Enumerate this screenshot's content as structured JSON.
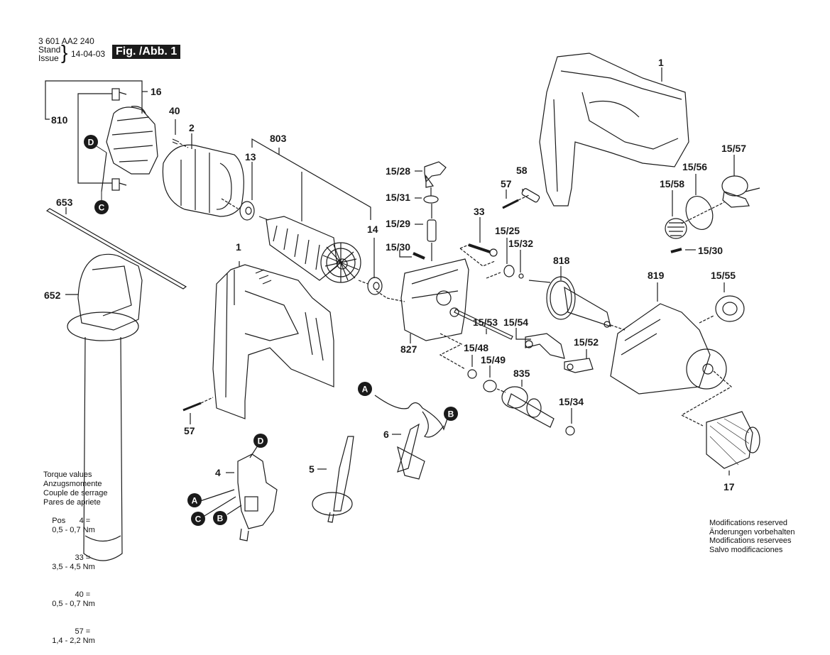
{
  "header": {
    "part_number": "3 601 AA2 240",
    "stand_label": "Stand",
    "issue_label": "Issue",
    "date": "14-04-03",
    "figure_label": "Fig. /Abb. 1"
  },
  "callouts": {
    "c1_top": "1",
    "c1_mid": "1",
    "c2": "2",
    "c4": "4",
    "c5": "5",
    "c6": "6",
    "c13": "13",
    "c14": "14",
    "c16": "16",
    "c17": "17",
    "c33": "33",
    "c40": "40",
    "c57_left": "57",
    "c57_right": "57",
    "c58": "58",
    "c652": "652",
    "c653": "653",
    "c803": "803",
    "c810": "810",
    "c818": "818",
    "c819": "819",
    "c827": "827",
    "c835": "835",
    "c15_25": "15/25",
    "c15_28": "15/28",
    "c15_29": "15/29",
    "c15_30_left": "15/30",
    "c15_30_right": "15/30",
    "c15_31": "15/31",
    "c15_32": "15/32",
    "c15_34": "15/34",
    "c15_48": "15/48",
    "c15_49": "15/49",
    "c15_52": "15/52",
    "c15_53": "15/53",
    "c15_54": "15/54",
    "c15_55": "15/55",
    "c15_56": "15/56",
    "c15_57": "15/57",
    "c15_58": "15/58"
  },
  "connectors": {
    "A": "A",
    "B": "B",
    "C": "C",
    "D": "D"
  },
  "torque": {
    "lines": [
      "Torque values",
      "Anzugsmomente",
      "Couple de serrage",
      "Pares de apriete"
    ],
    "pos_label": "Pos",
    "values": [
      {
        "pos": "4 =",
        "value": "0,5 - 0,7 Nm"
      },
      {
        "pos": "33 =",
        "value": "3,5 - 4,5 Nm"
      },
      {
        "pos": "40 =",
        "value": "0,5 - 0,7 Nm"
      },
      {
        "pos": "57 =",
        "value": "1,4 - 2,2 Nm"
      }
    ]
  },
  "modifications": [
    "Modifications reserved",
    "Änderungen vorbehalten",
    "Modifications reservees",
    "Salvo modificaciones"
  ]
}
